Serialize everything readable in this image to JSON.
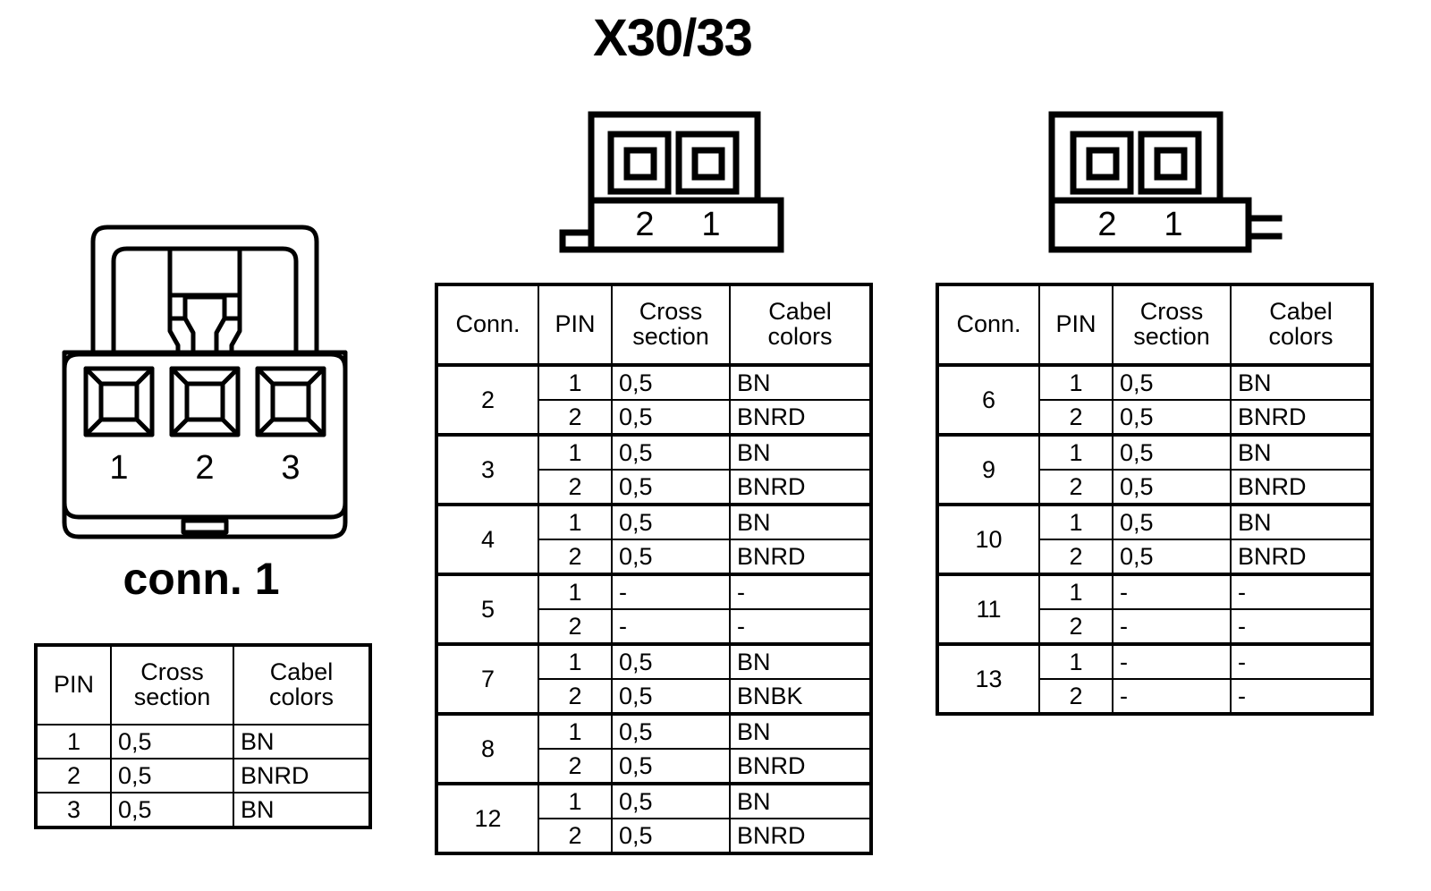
{
  "title": "X30/33",
  "connector1": {
    "caption": "conn. 1",
    "pin_labels": [
      "1",
      "2",
      "3"
    ],
    "icon": "3-pin-connector-face-icon"
  },
  "connector_middle": {
    "pin_labels": [
      "2",
      "1"
    ],
    "icon": "2-pin-connector-left-tab-icon"
  },
  "connector_right": {
    "pin_labels": [
      "2",
      "1"
    ],
    "icon": "2-pin-connector-right-tab-icon"
  },
  "table_conn1": {
    "headers": [
      "PIN",
      "Cross section",
      "Cabel colors"
    ],
    "header_lines": [
      [
        "PIN",
        ""
      ],
      [
        "Cross",
        "section"
      ],
      [
        "Cabel",
        "colors"
      ]
    ],
    "rows": [
      {
        "pin": "1",
        "cross_section": "0,5",
        "cabel_colors": "BN"
      },
      {
        "pin": "2",
        "cross_section": "0,5",
        "cabel_colors": "BNRD"
      },
      {
        "pin": "3",
        "cross_section": "0,5",
        "cabel_colors": "BN"
      }
    ]
  },
  "table_middle": {
    "headers": [
      "Conn.",
      "PIN",
      "Cross section",
      "Cabel colors"
    ],
    "header_lines": [
      [
        "Conn.",
        ""
      ],
      [
        "PIN",
        ""
      ],
      [
        "Cross",
        "section"
      ],
      [
        "Cabel",
        "colors"
      ]
    ],
    "groups": [
      {
        "conn": "2",
        "rows": [
          {
            "pin": "1",
            "cross_section": "0,5",
            "cabel_colors": "BN"
          },
          {
            "pin": "2",
            "cross_section": "0,5",
            "cabel_colors": "BNRD"
          }
        ]
      },
      {
        "conn": "3",
        "rows": [
          {
            "pin": "1",
            "cross_section": "0,5",
            "cabel_colors": "BN"
          },
          {
            "pin": "2",
            "cross_section": "0,5",
            "cabel_colors": "BNRD"
          }
        ]
      },
      {
        "conn": "4",
        "rows": [
          {
            "pin": "1",
            "cross_section": "0,5",
            "cabel_colors": "BN"
          },
          {
            "pin": "2",
            "cross_section": "0,5",
            "cabel_colors": "BNRD"
          }
        ]
      },
      {
        "conn": "5",
        "rows": [
          {
            "pin": "1",
            "cross_section": "-",
            "cabel_colors": "-"
          },
          {
            "pin": "2",
            "cross_section": "-",
            "cabel_colors": "-"
          }
        ]
      },
      {
        "conn": "7",
        "rows": [
          {
            "pin": "1",
            "cross_section": "0,5",
            "cabel_colors": "BN"
          },
          {
            "pin": "2",
            "cross_section": "0,5",
            "cabel_colors": "BNBK"
          }
        ]
      },
      {
        "conn": "8",
        "rows": [
          {
            "pin": "1",
            "cross_section": "0,5",
            "cabel_colors": "BN"
          },
          {
            "pin": "2",
            "cross_section": "0,5",
            "cabel_colors": "BNRD"
          }
        ]
      },
      {
        "conn": "12",
        "rows": [
          {
            "pin": "1",
            "cross_section": "0,5",
            "cabel_colors": "BN"
          },
          {
            "pin": "2",
            "cross_section": "0,5",
            "cabel_colors": "BNRD"
          }
        ]
      }
    ]
  },
  "table_right": {
    "headers": [
      "Conn.",
      "PIN",
      "Cross section",
      "Cabel colors"
    ],
    "header_lines": [
      [
        "Conn.",
        ""
      ],
      [
        "PIN",
        ""
      ],
      [
        "Cross",
        "section"
      ],
      [
        "Cabel",
        "colors"
      ]
    ],
    "groups": [
      {
        "conn": "6",
        "rows": [
          {
            "pin": "1",
            "cross_section": "0,5",
            "cabel_colors": "BN"
          },
          {
            "pin": "2",
            "cross_section": "0,5",
            "cabel_colors": "BNRD"
          }
        ]
      },
      {
        "conn": "9",
        "rows": [
          {
            "pin": "1",
            "cross_section": "0,5",
            "cabel_colors": "BN"
          },
          {
            "pin": "2",
            "cross_section": "0,5",
            "cabel_colors": "BNRD"
          }
        ]
      },
      {
        "conn": "10",
        "rows": [
          {
            "pin": "1",
            "cross_section": "0,5",
            "cabel_colors": "BN"
          },
          {
            "pin": "2",
            "cross_section": "0,5",
            "cabel_colors": "BNRD"
          }
        ]
      },
      {
        "conn": "11",
        "rows": [
          {
            "pin": "1",
            "cross_section": "-",
            "cabel_colors": "-"
          },
          {
            "pin": "2",
            "cross_section": "-",
            "cabel_colors": "-"
          }
        ]
      },
      {
        "conn": "13",
        "rows": [
          {
            "pin": "1",
            "cross_section": "-",
            "cabel_colors": "-"
          },
          {
            "pin": "2",
            "cross_section": "-",
            "cabel_colors": "-"
          }
        ]
      }
    ]
  },
  "colors": {
    "ink": "#000000",
    "paper": "#ffffff"
  }
}
